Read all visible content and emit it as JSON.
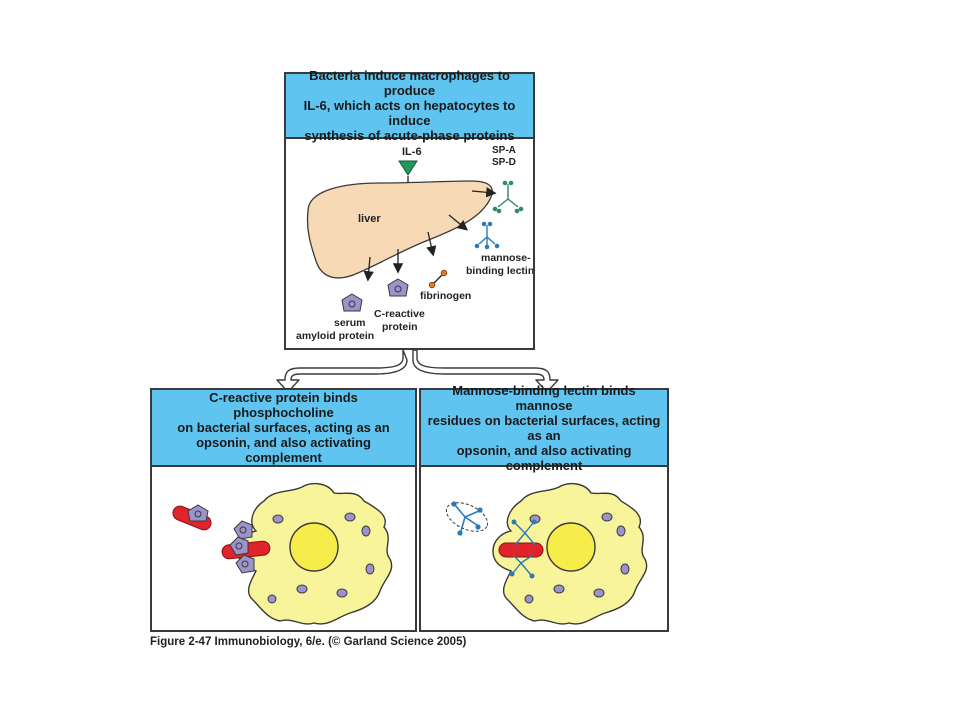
{
  "top_panel": {
    "header_lines": [
      "Bacteria induce macrophages to produce",
      "IL-6, which acts on hepatocytes to induce",
      "synthesis of acute-phase proteins"
    ],
    "labels": {
      "il6": "IL-6",
      "liver": "liver",
      "spa": "SP-A",
      "spd": "SP-D",
      "mannose1": "mannose-",
      "mannose2": "binding lectin",
      "fibrinogen": "fibrinogen",
      "serum1": "serum",
      "serum2": "amyloid protein",
      "crp1": "C-reactive",
      "crp2": "protein"
    }
  },
  "left_panel": {
    "header_lines": [
      "C-reactive protein binds phosphocholine",
      "on bacterial surfaces, acting as an",
      "opsonin, and also activating complement"
    ]
  },
  "right_panel": {
    "header_lines": [
      "Mannose-binding lectin binds mannose",
      "residues on bacterial surfaces, acting as an",
      "opsonin, and also activating complement"
    ]
  },
  "caption": "Figure 2-47  Immunobiology, 6/e. (© Garland Science 2005)",
  "colors": {
    "header_blue": "#5fc4ef",
    "liver": "#f7d9b5",
    "cell": "#f8f49a",
    "bacterium": "#e0242b",
    "vesicle": "#9b93c9",
    "il6_green": "#1f9a5c",
    "lectin_blue": "#2a7bb8",
    "spd_green": "#2f8a6a",
    "fibrinogen_orange": "#e07b2e"
  }
}
